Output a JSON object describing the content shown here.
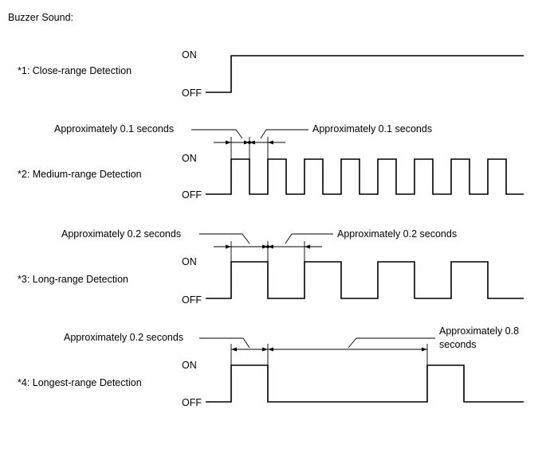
{
  "title": "Buzzer Sound:",
  "levels": {
    "on": "ON",
    "off": "OFF"
  },
  "diagrams": [
    {
      "label": "*1: Close-range Detection",
      "pattern": "continuous"
    },
    {
      "label": "*2: Medium-range Detection",
      "pattern": "pulse",
      "on_time_s": 0.1,
      "off_time_s": 0.1,
      "annotation_left": "Approximately 0.1 seconds",
      "annotation_right": "Approximately 0.1 seconds"
    },
    {
      "label": "*3: Long-range Detection",
      "pattern": "pulse",
      "on_time_s": 0.2,
      "off_time_s": 0.2,
      "annotation_left": "Approximately 0.2 seconds",
      "annotation_right": "Approximately 0.2 seconds"
    },
    {
      "label": "*4: Longest-range Detection",
      "pattern": "pulse",
      "on_time_s": 0.2,
      "off_time_s": 0.8,
      "annotation_left": "Approximately 0.2 seconds",
      "annotation_right_line1": "Approximately 0.8",
      "annotation_right_line2": "seconds"
    }
  ]
}
